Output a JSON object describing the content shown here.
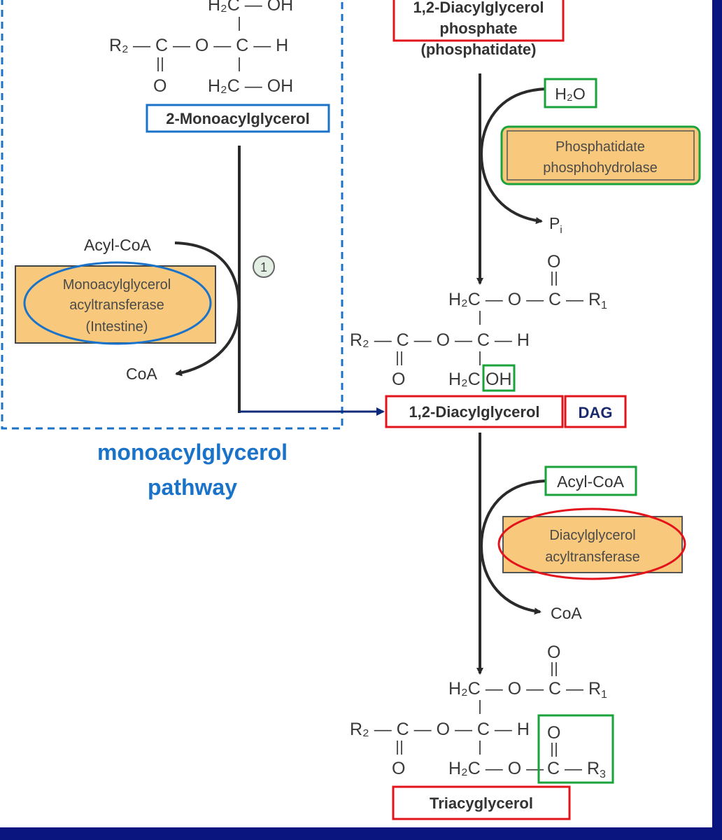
{
  "monoacylglycerol": {
    "label": "2-Monoacylglycerol",
    "top_group": "H₂C — OH",
    "mid_r": "R₂",
    "mid_chain": "— C — O — C — H",
    "carbonyl_o": "O",
    "bottom_group": "H₂C — OH"
  },
  "mag_reaction": {
    "acyl_coa": "Acyl-CoA",
    "coa": "CoA",
    "step_number": "1",
    "enzyme_line1": "Monoacylglycerol",
    "enzyme_line2": "acyltransferase",
    "enzyme_line3": "(Intestine)"
  },
  "pathway_title": {
    "line1": "monoacylglycerol",
    "line2": "pathway"
  },
  "phosphatidate": {
    "line1": "1,2-Diacylglycerol",
    "line2": "phosphate",
    "line3": "(phosphatidate)"
  },
  "pap_reaction": {
    "water": "H₂O",
    "pi": "P",
    "pi_sub": "i",
    "enzyme_line1": "Phosphatidate",
    "enzyme_line2": "phosphohydrolase"
  },
  "dag_structure": {
    "top_o": "O",
    "top_row": "H₂C — O — C — R",
    "top_sub": "1",
    "mid_row": "R₂ — C — O — C — H",
    "mid_o": "O",
    "bottom_row": "H₂C",
    "bottom_oh": "OH"
  },
  "dag": {
    "label": "1,2-Diacylglycerol",
    "abbrev": "DAG"
  },
  "dgat_reaction": {
    "acyl_coa": "Acyl-CoA",
    "coa": "CoA",
    "enzyme_line1": "Diacylglycerol",
    "enzyme_line2": "acyltransferase"
  },
  "tag_structure": {
    "top_o": "O",
    "top_row": "H₂C — O — C — R",
    "top_sub": "1",
    "mid_row": "R₂ — C — O — C — H",
    "mid_o": "O",
    "bottom_row": "H₂C — O —",
    "new_o": "O",
    "new_acyl": "C — R",
    "new_sub": "3"
  },
  "tag": {
    "label": "Triacyglycerol"
  },
  "colors": {
    "frame": "#0a1580",
    "highlight_red": "#e3131b",
    "highlight_green": "#1aa33b",
    "highlight_blue": "#1a73c9",
    "enzyme_fill": "#f8c97c"
  }
}
